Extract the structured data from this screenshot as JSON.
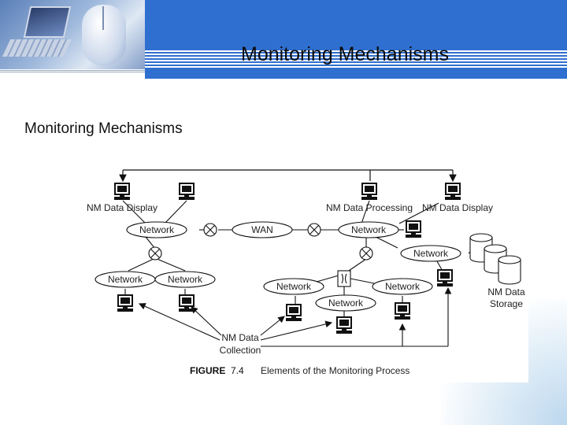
{
  "slide": {
    "title": "Monitoring Mechanisms",
    "subtitle": "Monitoring Mechanisms"
  },
  "figure": {
    "caption_label": "FIGURE",
    "caption_number": "7.4",
    "caption_text": "Elements of the Monitoring Process",
    "labels": {
      "nm_display_left": "NM Data Display",
      "nm_processing": "NM Data Processing",
      "nm_display_right": "NM Data Display",
      "network_top_left": "Network",
      "wan": "WAN",
      "network_top_right": "Network",
      "network_right": "Network",
      "network_mid_left_a": "Network",
      "network_mid_left_b": "Network",
      "network_center_left": "Network",
      "network_center_right": "Network",
      "network_center_bottom": "Network",
      "nm_storage_line1": "NM Data",
      "nm_storage_line2": "Storage",
      "nm_collection_line1": "NM Data",
      "nm_collection_line2": "Collection"
    }
  },
  "icons": {
    "terminal": "computer-terminal-icon",
    "router": "router-x-icon",
    "bridge": "bridge-icon",
    "storage": "database-cylinder-icon"
  }
}
